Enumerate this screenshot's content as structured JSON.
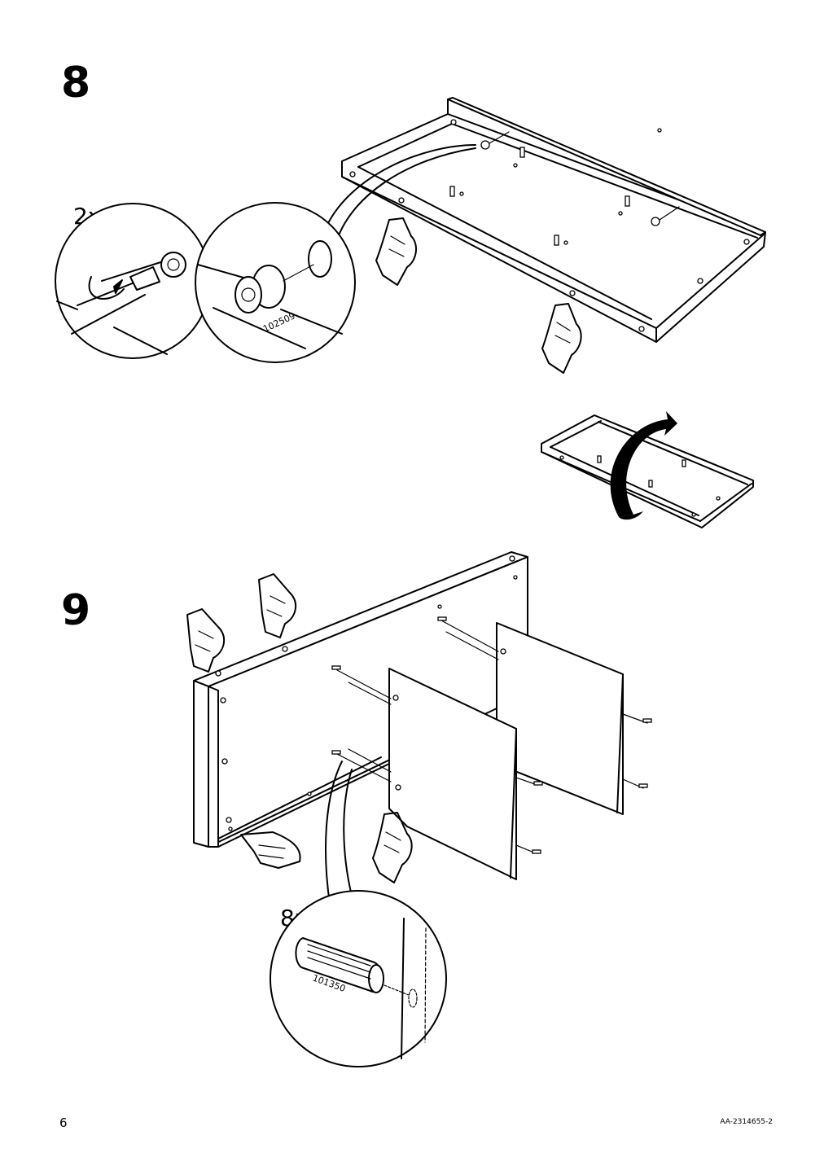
{
  "steps": [
    {
      "number": "8",
      "quantity": "2x",
      "part_id": "102509"
    },
    {
      "number": "9",
      "quantity": "8x",
      "part_id": "101350"
    }
  ],
  "footer": {
    "page_number": "6",
    "document_id": "AA-2314655-2"
  }
}
